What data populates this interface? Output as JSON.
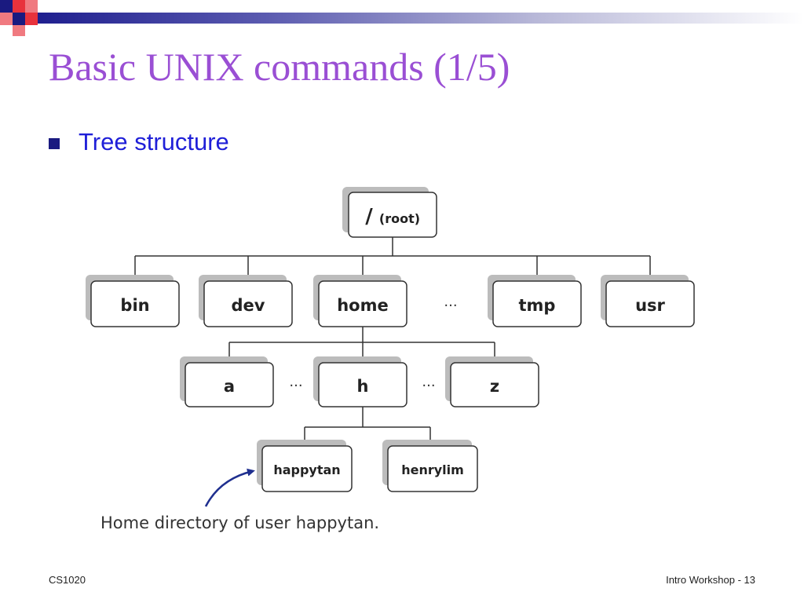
{
  "slide": {
    "title": "Basic UNIX commands (1/5)",
    "bullet": "Tree structure",
    "caption": "Home directory of user happytan.",
    "footer_left": "CS1020",
    "footer_right": "Intro Workshop - 13"
  },
  "tree": {
    "root": {
      "main": "/",
      "sub": "(root)"
    },
    "level1": [
      "bin",
      "dev",
      "home",
      "tmp",
      "usr"
    ],
    "level2": [
      "a",
      "h",
      "z"
    ],
    "level3": [
      "happytan",
      "henrylim"
    ],
    "ellipsis": "..."
  },
  "colors": {
    "title": "#9a4fd4",
    "bullet_text": "#1f1fd8",
    "bullet_marker": "#1a1a80",
    "arrow": "#1f2f8f",
    "node_shadow": "#bcbcbc"
  }
}
